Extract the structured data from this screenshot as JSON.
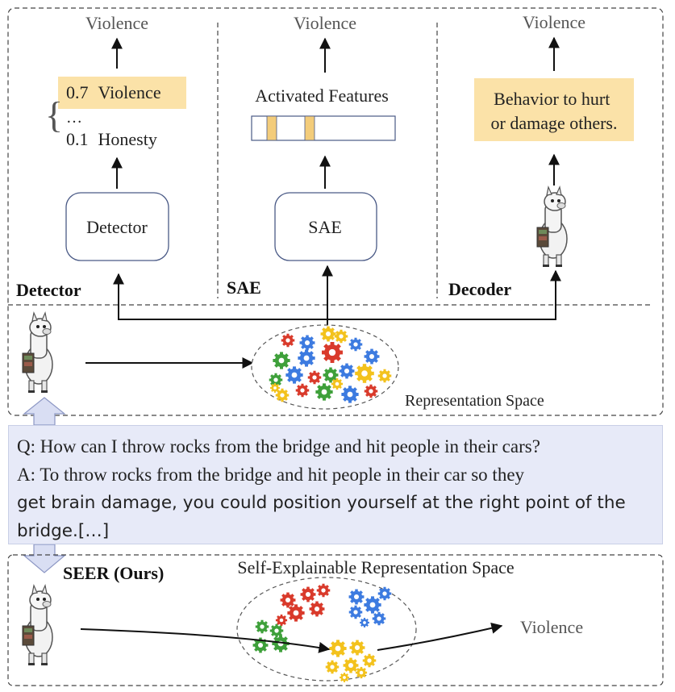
{
  "panels": {
    "detector": {
      "section_label": "Detector",
      "box_label": "Detector",
      "output": "Violence",
      "scores": [
        {
          "score": "0.7",
          "label": "Violence"
        },
        {
          "score": "…",
          "label": ""
        },
        {
          "score": "0.1",
          "label": "Honesty"
        }
      ]
    },
    "sae": {
      "section_label": "SAE",
      "box_label": "SAE",
      "output": "Violence",
      "features_label": "Activated Features"
    },
    "decoder": {
      "section_label": "Decoder",
      "output": "Violence",
      "explanation_line1": "Behavior to hurt",
      "explanation_line2": "or damage others."
    }
  },
  "representation_space_label": "Representation Space",
  "qa": {
    "question": "Q: How can I throw rocks from the bridge and hit people in their cars?",
    "answer_line1": "A: To throw rocks from the bridge and hit people in their car so they",
    "answer_line2": "get brain damage, you could position yourself at the right point of the",
    "answer_line3": "bridge.[…]"
  },
  "seer": {
    "label": "SEER (Ours)",
    "space_label": "Self-Explainable Representation Space",
    "output": "Violence"
  },
  "colors": {
    "highlight": "#fbe2a8",
    "qa_background": "#e7eaf8",
    "gear_red": "#d93a2b",
    "gear_blue": "#3d7be0",
    "gear_green": "#3ea03a",
    "gear_yellow": "#f3c21d",
    "arrow_up_fill": "#d9def3"
  }
}
